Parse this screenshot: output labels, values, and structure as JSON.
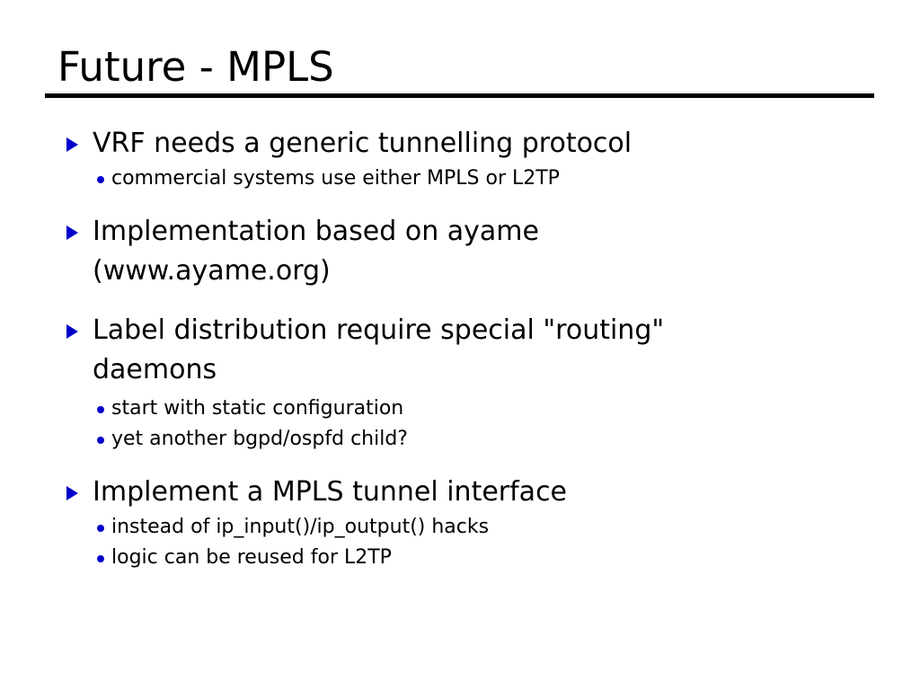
{
  "slide": {
    "title": "Future - MPLS",
    "accent_color": "#0000cc",
    "text_color": "#000000",
    "background_color": "#ffffff",
    "level1_marker": "triangle-right-icon",
    "level2_marker": "dot-icon",
    "groups": [
      {
        "heading": "VRF needs a generic tunnelling protocol",
        "heading_continuation": "",
        "subitems": [
          "commercial systems use either MPLS or L2TP"
        ]
      },
      {
        "heading": "Implementation based on ayame",
        "heading_continuation": "(www.ayame.org)",
        "subitems": []
      },
      {
        "heading": "Label distribution require special \"routing\"",
        "heading_continuation": "daemons",
        "subitems": [
          "start with static configuration",
          "yet another bgpd/ospfd child?"
        ]
      },
      {
        "heading": "Implement a MPLS tunnel interface",
        "heading_continuation": "",
        "subitems": [
          "instead of ip_input()/ip_output() hacks",
          "logic can be reused for L2TP"
        ]
      }
    ]
  }
}
